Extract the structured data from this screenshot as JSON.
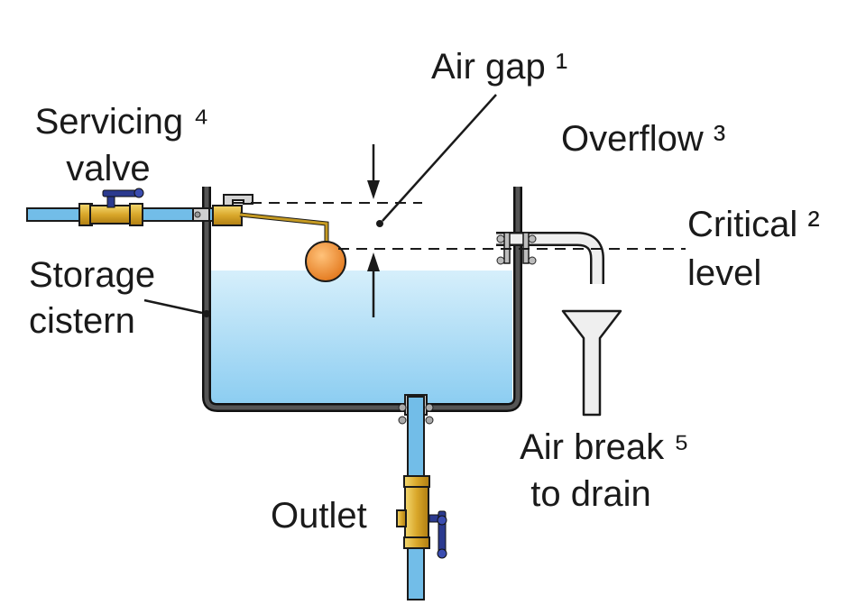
{
  "labels": {
    "air_gap": "Air gap ¹",
    "servicing_line1": "Servicing ⁴",
    "servicing_line2": "valve",
    "overflow": "Overflow ³",
    "critical_line1": "Critical ²",
    "critical_line2": "level",
    "storage_line1": "Storage",
    "storage_line2": "cistern",
    "air_break_line1": "Air break ⁵",
    "air_break_line2": "to drain",
    "outlet": "Outlet"
  },
  "colors": {
    "water_top": "#d6effb",
    "water_bottom": "#8ccdf1",
    "pipe_blue": "#72bde8",
    "cistern_wall": "#4a4a4a",
    "brass": "#e2b93c",
    "float_ball": "#f08a24",
    "valve_handle": "#2b3a8f",
    "overflow_pipe": "#e8e8e8"
  }
}
